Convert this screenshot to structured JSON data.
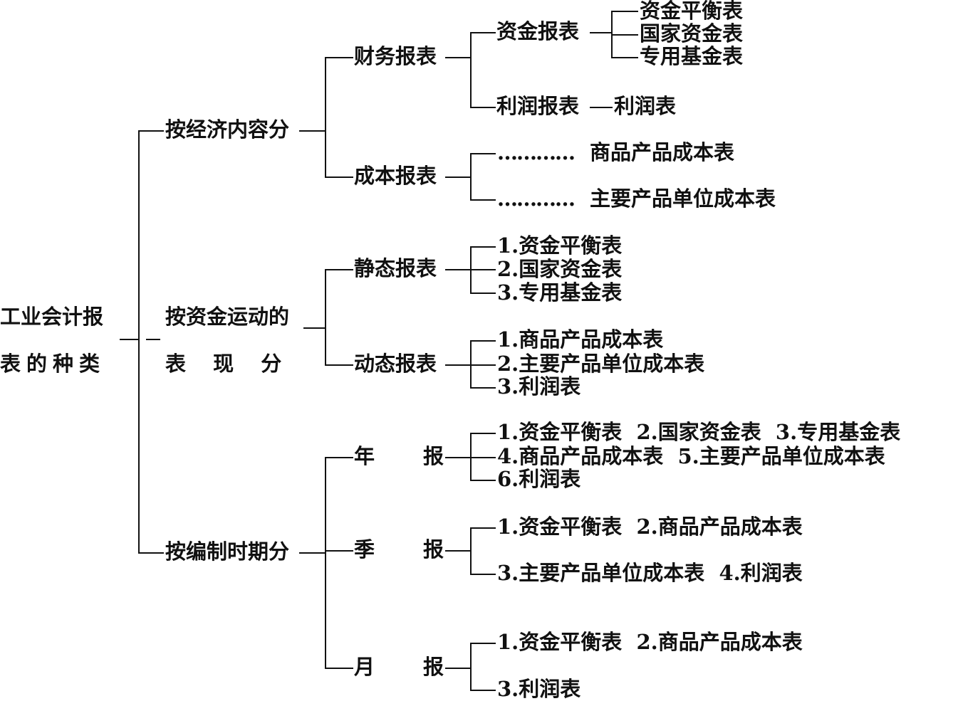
{
  "root": {
    "line1": "工业会计报",
    "line2": "表的种类"
  },
  "branches": [
    {
      "label": "按经济内容分",
      "children": [
        {
          "label": "财务报表",
          "children": [
            {
              "label": "资金报表",
              "leaves": [
                "资金平衡表",
                "国家资金表",
                "专用基金表"
              ]
            },
            {
              "label": "利润报表",
              "leaves": [
                "利润表"
              ]
            }
          ]
        },
        {
          "label": "成本报表",
          "leaves": [
            "商品产品成本表",
            "主要产品单位成本表"
          ]
        }
      ]
    },
    {
      "label_line1": "按资金运动的",
      "label_line2": "表 现 分",
      "children": [
        {
          "label": "静态报表",
          "leaves": [
            "1.资金平衡表",
            "2.国家资金表",
            "3.专用基金表"
          ]
        },
        {
          "label": "动态报表",
          "leaves": [
            "1.商品产品成本表",
            "2.主要产品单位成本表",
            "3.利润表"
          ]
        }
      ]
    },
    {
      "label": "按编制时期分",
      "children": [
        {
          "label_a": "年",
          "label_b": "报",
          "leaves": [
            "1.资金平衡表  2.国家资金表  3.专用基金表",
            "4.商品产品成本表  5.主要产品单位成本表",
            "6.利润表"
          ]
        },
        {
          "label_a": "季",
          "label_b": "报",
          "leaves": [
            "1.资金平衡表  2.商品产品成本表",
            "3.主要产品单位成本表  4.利润表"
          ]
        },
        {
          "label_a": "月",
          "label_b": "报",
          "leaves": [
            "1.资金平衡表  2.商品产品成本表",
            "3.利润表"
          ]
        }
      ]
    }
  ],
  "dots": "…………"
}
